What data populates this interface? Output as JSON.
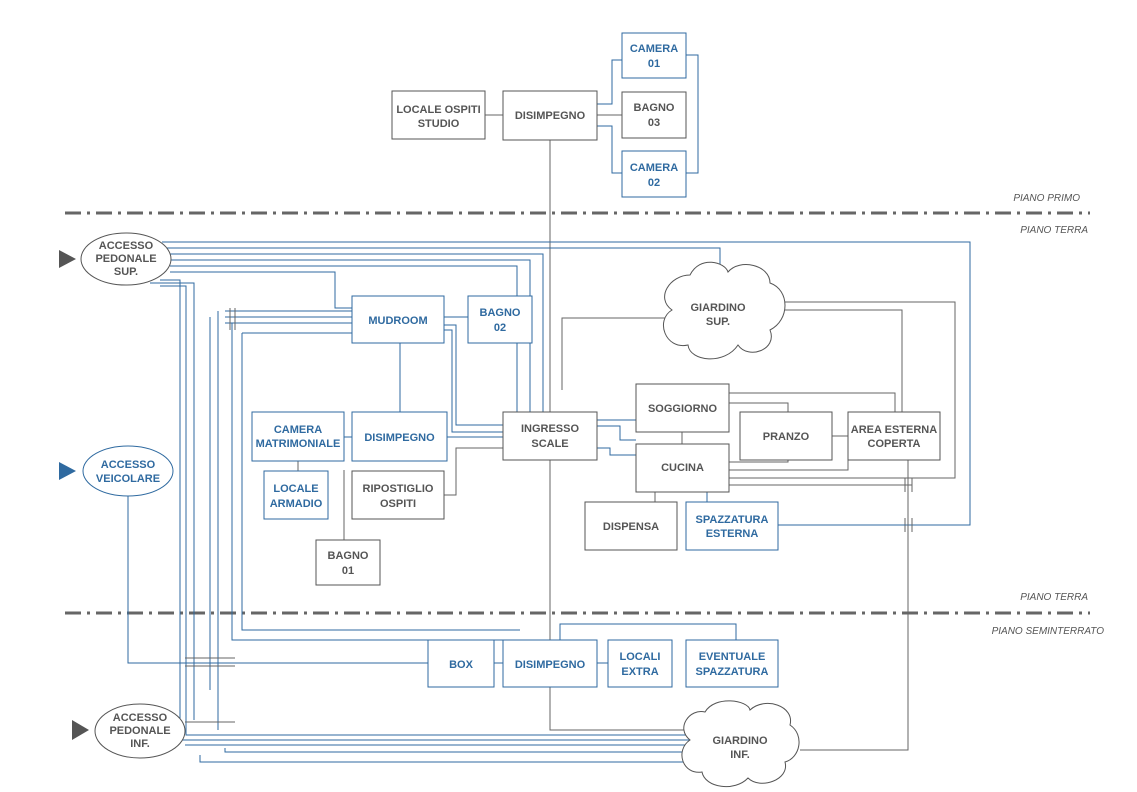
{
  "floors": {
    "piano_primo": "PIANO PRIMO",
    "piano_terra_top": "PIANO TERRA",
    "piano_terra_bottom": "PIANO TERRA",
    "piano_seminterrato": "PIANO SEMINTERRATO"
  },
  "rooms": {
    "locale_ospiti": [
      "LOCALE OSPITI",
      "STUDIO"
    ],
    "disimpegno_primo": [
      "DISIMPEGNO"
    ],
    "camera_01": [
      "CAMERA",
      "01"
    ],
    "bagno_03": [
      "BAGNO",
      "03"
    ],
    "camera_02": [
      "CAMERA",
      "02"
    ],
    "accesso_pedonale_sup": [
      "ACCESSO",
      "PEDONALE",
      "SUP."
    ],
    "mudroom": [
      "MUDROOM"
    ],
    "bagno_02": [
      "BAGNO",
      "02"
    ],
    "giardino_sup": [
      "GIARDINO",
      "SUP."
    ],
    "soggiorno": [
      "SOGGIORNO"
    ],
    "pranzo": [
      "PRANZO"
    ],
    "area_esterna": [
      "AREA ESTERNA",
      "COPERTA"
    ],
    "cucina": [
      "CUCINA"
    ],
    "ingresso_scale": [
      "INGRESSO",
      "SCALE"
    ],
    "camera_matrimoniale": [
      "CAMERA",
      "MATRIMONIALE"
    ],
    "disimpegno_terra": [
      "DISIMPEGNO"
    ],
    "accesso_veicolare": [
      "ACCESSO",
      "VEICOLARE"
    ],
    "locale_armadio": [
      "LOCALE",
      "ARMADIO"
    ],
    "ripostiglio_ospiti": [
      "RIPOSTIGLIO",
      "OSPITI"
    ],
    "bagno_01": [
      "BAGNO",
      "01"
    ],
    "dispensa": [
      "DISPENSA"
    ],
    "spazzatura_esterna": [
      "SPAZZATURA",
      "ESTERNA"
    ],
    "box": [
      "BOX"
    ],
    "disimpegno_semi": [
      "DISIMPEGNO"
    ],
    "locali_extra": [
      "LOCALI",
      "EXTRA"
    ],
    "eventuale_spazzatura": [
      "EVENTUALE",
      "SPAZZATURA"
    ],
    "accesso_pedonale_inf": [
      "ACCESSO",
      "PEDONALE",
      "INF."
    ],
    "giardino_inf": [
      "GIARDINO",
      "INF."
    ]
  },
  "colors": {
    "blue": "#2f6aa0",
    "grey": "#555555"
  }
}
